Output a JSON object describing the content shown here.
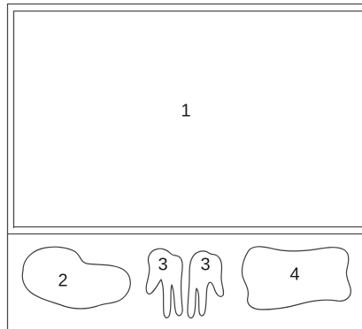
{
  "labels": {
    "panel": "1",
    "piece_left": "2",
    "piece_middle_a": "3",
    "piece_middle_b": "3",
    "piece_right": "4"
  }
}
